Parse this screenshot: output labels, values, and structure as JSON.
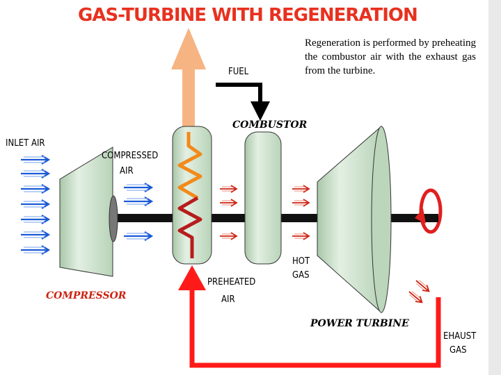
{
  "title": "GAS-TURBINE WITH REGENERATION",
  "description": "Regeneration is performed by preheating the combustor air with the exhaust gas from the turbine.",
  "labels": {
    "fuel": "FUEL",
    "combustor": "COMBUSTOR",
    "inlet_air": "INLET AIR",
    "compressed": "COMPRESSED",
    "compressed_air": "AIR",
    "compressor": "COMPRESSOR",
    "preheated": "PREHEATED",
    "preheated_air": "AIR",
    "hot": "HOT",
    "hot_gas": "GAS",
    "power_turbine": "POWER TURBINE",
    "exhaust": "EHAUST",
    "exhaust_gas": "GAS"
  },
  "colors": {
    "title_red": "#e8311f",
    "label_red": "#cc2211",
    "exhaust_arrow_orange": "#f6b483",
    "return_red": "#ff1a1a",
    "inlet_blue": "#1a5ad6",
    "component_green": "#cfe3cf",
    "coil_orange": "#f28a1a",
    "coil_red": "#b71c1c"
  }
}
